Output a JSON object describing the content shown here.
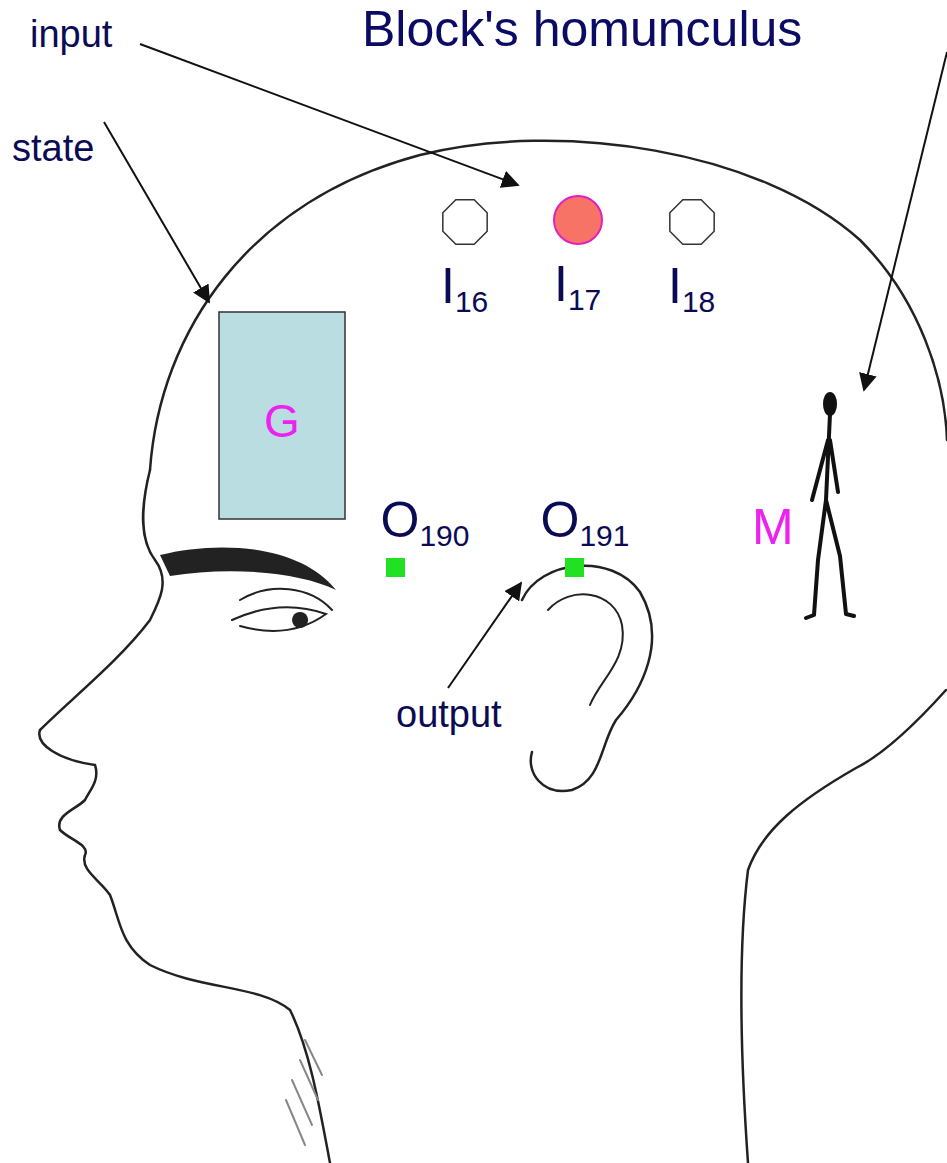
{
  "diagram": {
    "title": "Block's homunculus",
    "nodes": [
      {
        "text": [
          "I16"
        ]
      },
      {
        "text": [
          "I17"
        ]
      },
      {
        "text": [
          "I18"
        ]
      },
      {
        "text": [
          "G"
        ]
      },
      {
        "text": [
          "O190"
        ]
      },
      {
        "text": [
          "O191"
        ]
      }
    ],
    "labels": [
      "input",
      "state",
      "M",
      "output"
    ]
  }
}
